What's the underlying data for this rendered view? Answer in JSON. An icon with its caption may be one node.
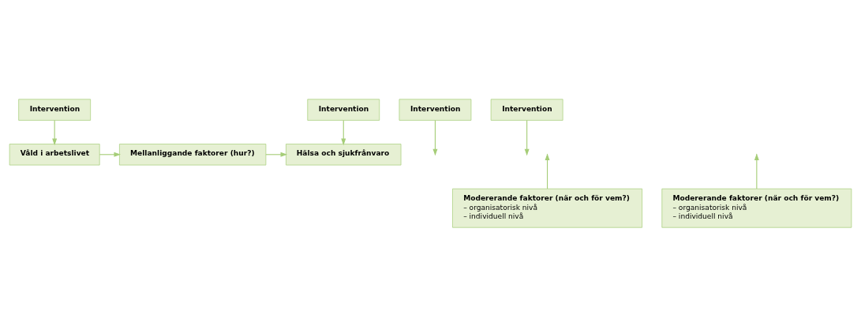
{
  "diagram": {
    "nodes": [
      {
        "text": [
          "Intervention"
        ]
      },
      {
        "text": [
          "Intervention"
        ]
      },
      {
        "text": [
          "Intervention"
        ]
      },
      {
        "text": [
          "Intervention"
        ]
      },
      {
        "text": [
          "Våld i arbetslivet"
        ]
      },
      {
        "text": [
          "Mellanliggande faktorer (hur?)"
        ]
      },
      {
        "text": [
          "Hälsa och sjukfrånvaro"
        ]
      },
      {
        "text": [
          "Modererande faktorer (när och för vem?)",
          "– organisatorisk nivå",
          "– individuell nivå"
        ]
      },
      {
        "text": [
          "Modererande faktorer (när och för vem?)",
          "– organisatorisk nivå",
          "– individuell nivå"
        ]
      }
    ],
    "edges": [
      {
        "from": 0,
        "to": 4,
        "arrow": "to"
      },
      {
        "from": 4,
        "to": 5,
        "arrow": "to"
      },
      {
        "from": 1,
        "to": null,
        "arrow": "to"
      },
      {
        "from": 7,
        "to": null,
        "arrow": "to"
      },
      {
        "from": 5,
        "to": 6,
        "arrow": "to"
      },
      {
        "from": 2,
        "to": null,
        "arrow": "to"
      },
      {
        "from": 8,
        "to": null,
        "arrow": "to"
      },
      {
        "from": 3,
        "to": 6,
        "arrow": "to"
      }
    ]
  }
}
